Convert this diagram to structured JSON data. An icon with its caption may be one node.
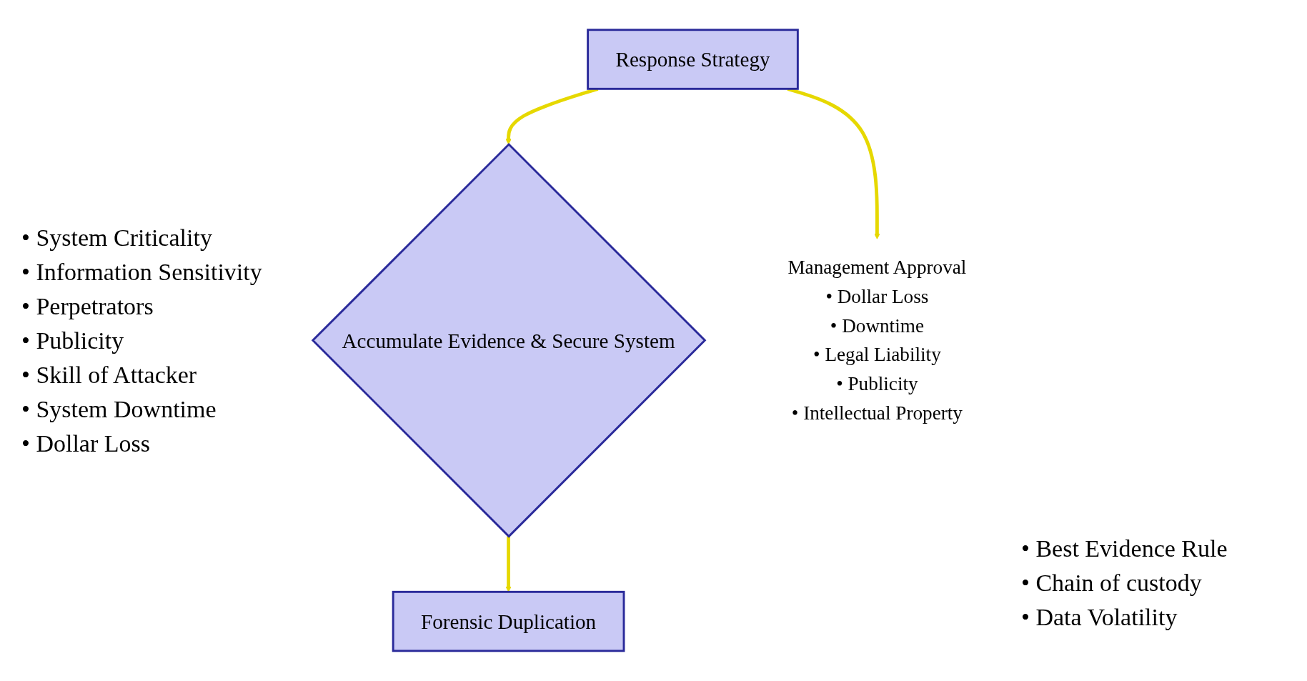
{
  "diagram": {
    "nodes": [
      {
        "text": [
          "Response Strategy"
        ]
      },
      {
        "text": [
          "Accumulate Evidence & Secure System"
        ],
        "beside": [
          "• System Criticality",
          "• Information Sensitivity",
          "• Perpetrators",
          "• Publicity",
          "• Skill of Attacker",
          "• System Downtime",
          "• Dollar Loss"
        ]
      },
      {
        "text": [
          "Forensic Duplication"
        ],
        "beside": [
          "• Best Evidence Rule",
          "• Chain of custody",
          "• Data Volatility"
        ]
      },
      {
        "text": [
          "Management Approval",
          "• Dollar Loss",
          "• Downtime",
          "• Legal Liability",
          "• Publicity",
          "• Intellectual Property"
        ]
      }
    ],
    "edges": [
      {
        "from": 0,
        "to": 3,
        "arrow": "to"
      },
      {
        "from": 0,
        "to": 1,
        "arrow": "to"
      },
      {
        "from": 1,
        "to": 2,
        "arrow": "to"
      }
    ]
  }
}
